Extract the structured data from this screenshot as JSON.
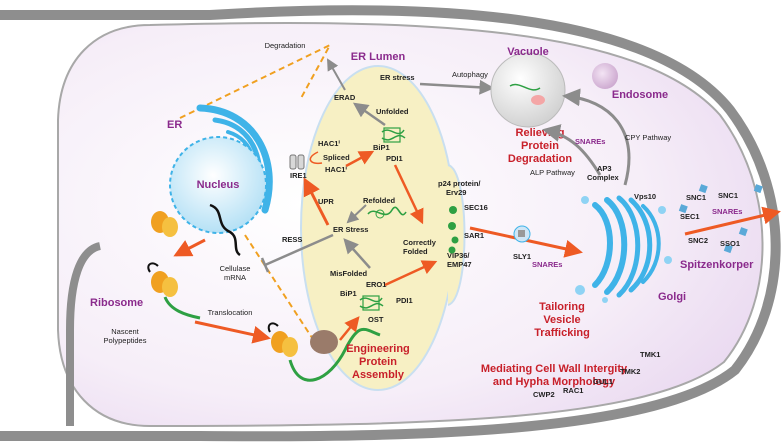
{
  "titles": {
    "er_lumen": "ER Lumen",
    "vacuole": "Vacuole",
    "endosome": "Endosome",
    "er": "ER",
    "nucleus": "Nucleus",
    "ribosome": "Ribosome",
    "golgi": "Golgi",
    "spitzenkorper": "Spitzenkorper"
  },
  "themes": {
    "relieving": [
      "Relieving",
      "Protein",
      "Degradation"
    ],
    "tailoring": [
      "Tailoring",
      "Vesicle",
      "Trafficking"
    ],
    "engineering": [
      "Engineering",
      "Protein",
      "Assembly"
    ],
    "mediating": [
      "Mediating Cell Wall Intergity",
      "and Hypha Morphology"
    ]
  },
  "labels": {
    "degradation": "Degradation",
    "er_stress_top": "ER stress",
    "autophagy": "Autophagy",
    "erad": "ERAD",
    "unfolded": "Unfolded",
    "hac1i_top": "HAC1ⁱ",
    "spliced": "Spliced",
    "hac1i_mid": "HAC1ⁱ",
    "bip1_top": "BiP1",
    "pdi1_top": "PDI1",
    "ire1": "IRE1",
    "upr": "UPR",
    "refolded": "Refolded",
    "er_stress_mid": "ER Stress",
    "ress": "RESS",
    "misfolded": "MisFolded",
    "correctly": "Correctly",
    "folded": "Folded",
    "bip1_bottom": "BiP1",
    "ero1": "ERO1",
    "pdi1_bottom": "PDI1",
    "ost": "OST",
    "p24": "p24 protein/",
    "erv29": "Erv29",
    "sec16": "SEC16",
    "sar1": "SAR1",
    "vip36": "VIP36/",
    "emp47": "EMP47",
    "cellulase": "Cellulase",
    "mrna": "mRNA",
    "nascent": "Nascent",
    "polypeptides": "Polypeptides",
    "translocation": "Translocation",
    "snares_left": "SNAREs",
    "alp": "ALP Pathway",
    "ap3": "AP3",
    "complex": "Complex",
    "cpy": "CPY Pathway",
    "vps10": "Vps10",
    "sly1": "SLY1",
    "snares_mid": "SNAREs",
    "snc1a": "SNC1",
    "snc1b": "SNC1",
    "sec1": "SEC1",
    "snares_right": "SNAREs",
    "snc2": "SNC2",
    "sso1": "SSO1",
    "tmk1": "TMK1",
    "tmk2": "TMK2",
    "gul1": "GUL1",
    "rac1": "RAC1",
    "cwp2": "CWP2"
  },
  "colors": {
    "er_lumen_fill": "#f7f0c4",
    "er_blue": "#3fb3e8",
    "arrow_orange": "#ee5a24",
    "arrow_gray": "#8c8c8c",
    "accent_purple": "#8a2a8c",
    "accent_red": "#c8202a",
    "protein_green": "#2ea043",
    "ribosome_orange": "#f0a020"
  }
}
